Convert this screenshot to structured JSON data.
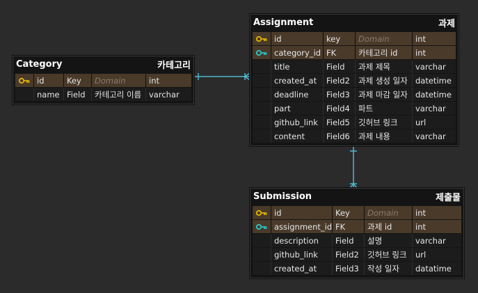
{
  "colors": {
    "background": "#2b2b2b",
    "table_bg": "#141414",
    "key_row": "#4a3a2a",
    "primary_key_icon": "#e0b400",
    "foreign_key_icon": "#2cc4c4",
    "connector": "#4fb8d0"
  },
  "tables": {
    "category": {
      "name": "Category",
      "alias": "카테고리",
      "rows": [
        {
          "key_icon": "primary-key-icon",
          "name": "id",
          "type": "Key",
          "domain": "Domain",
          "datatype": "int"
        },
        {
          "key_icon": "",
          "name": "name",
          "type": "Field",
          "domain": "카테고리 이름",
          "datatype": "varchar"
        }
      ]
    },
    "assignment": {
      "name": "Assignment",
      "alias": "과제",
      "rows": [
        {
          "key_icon": "primary-key-icon",
          "name": "id",
          "type": "key",
          "domain": "Domain",
          "datatype": "int"
        },
        {
          "key_icon": "foreign-key-icon",
          "name": "category_id",
          "type": "FK",
          "domain": "카테고리 id",
          "datatype": "int"
        },
        {
          "key_icon": "",
          "name": "title",
          "type": "Field",
          "domain": "과제 제목",
          "datatype": "varchar"
        },
        {
          "key_icon": "",
          "name": "created_at",
          "type": "Field2",
          "domain": "과제 생성 일자",
          "datatype": "datetime"
        },
        {
          "key_icon": "",
          "name": "deadline",
          "type": "Field3",
          "domain": "과제 마감 일자",
          "datatype": "datetime"
        },
        {
          "key_icon": "",
          "name": "part",
          "type": "Field4",
          "domain": "파트",
          "datatype": "varchar"
        },
        {
          "key_icon": "",
          "name": "github_link",
          "type": "Field5",
          "domain": "깃허브 링크",
          "datatype": "url"
        },
        {
          "key_icon": "",
          "name": "content",
          "type": "Field6",
          "domain": "과제 내용",
          "datatype": "varchar"
        }
      ]
    },
    "submission": {
      "name": "Submission",
      "alias": "제출물",
      "rows": [
        {
          "key_icon": "primary-key-icon",
          "name": "id",
          "type": "Key",
          "domain": "Domain",
          "datatype": "int"
        },
        {
          "key_icon": "foreign-key-icon",
          "name": "assignment_id",
          "type": "FK",
          "domain": "과제 id",
          "datatype": "int"
        },
        {
          "key_icon": "",
          "name": "description",
          "type": "Field",
          "domain": "설명",
          "datatype": "varchar"
        },
        {
          "key_icon": "",
          "name": "github_link",
          "type": "Field2",
          "domain": "깃허브 링크",
          "datatype": "url"
        },
        {
          "key_icon": "",
          "name": "created_at",
          "type": "Field3",
          "domain": "작성 일자",
          "datatype": "datatime"
        }
      ]
    }
  },
  "relationships": [
    {
      "from": "Category",
      "to": "Assignment",
      "from_cardinality": "one",
      "to_cardinality": "many"
    },
    {
      "from": "Assignment",
      "to": "Submission",
      "from_cardinality": "one",
      "to_cardinality": "many"
    }
  ]
}
